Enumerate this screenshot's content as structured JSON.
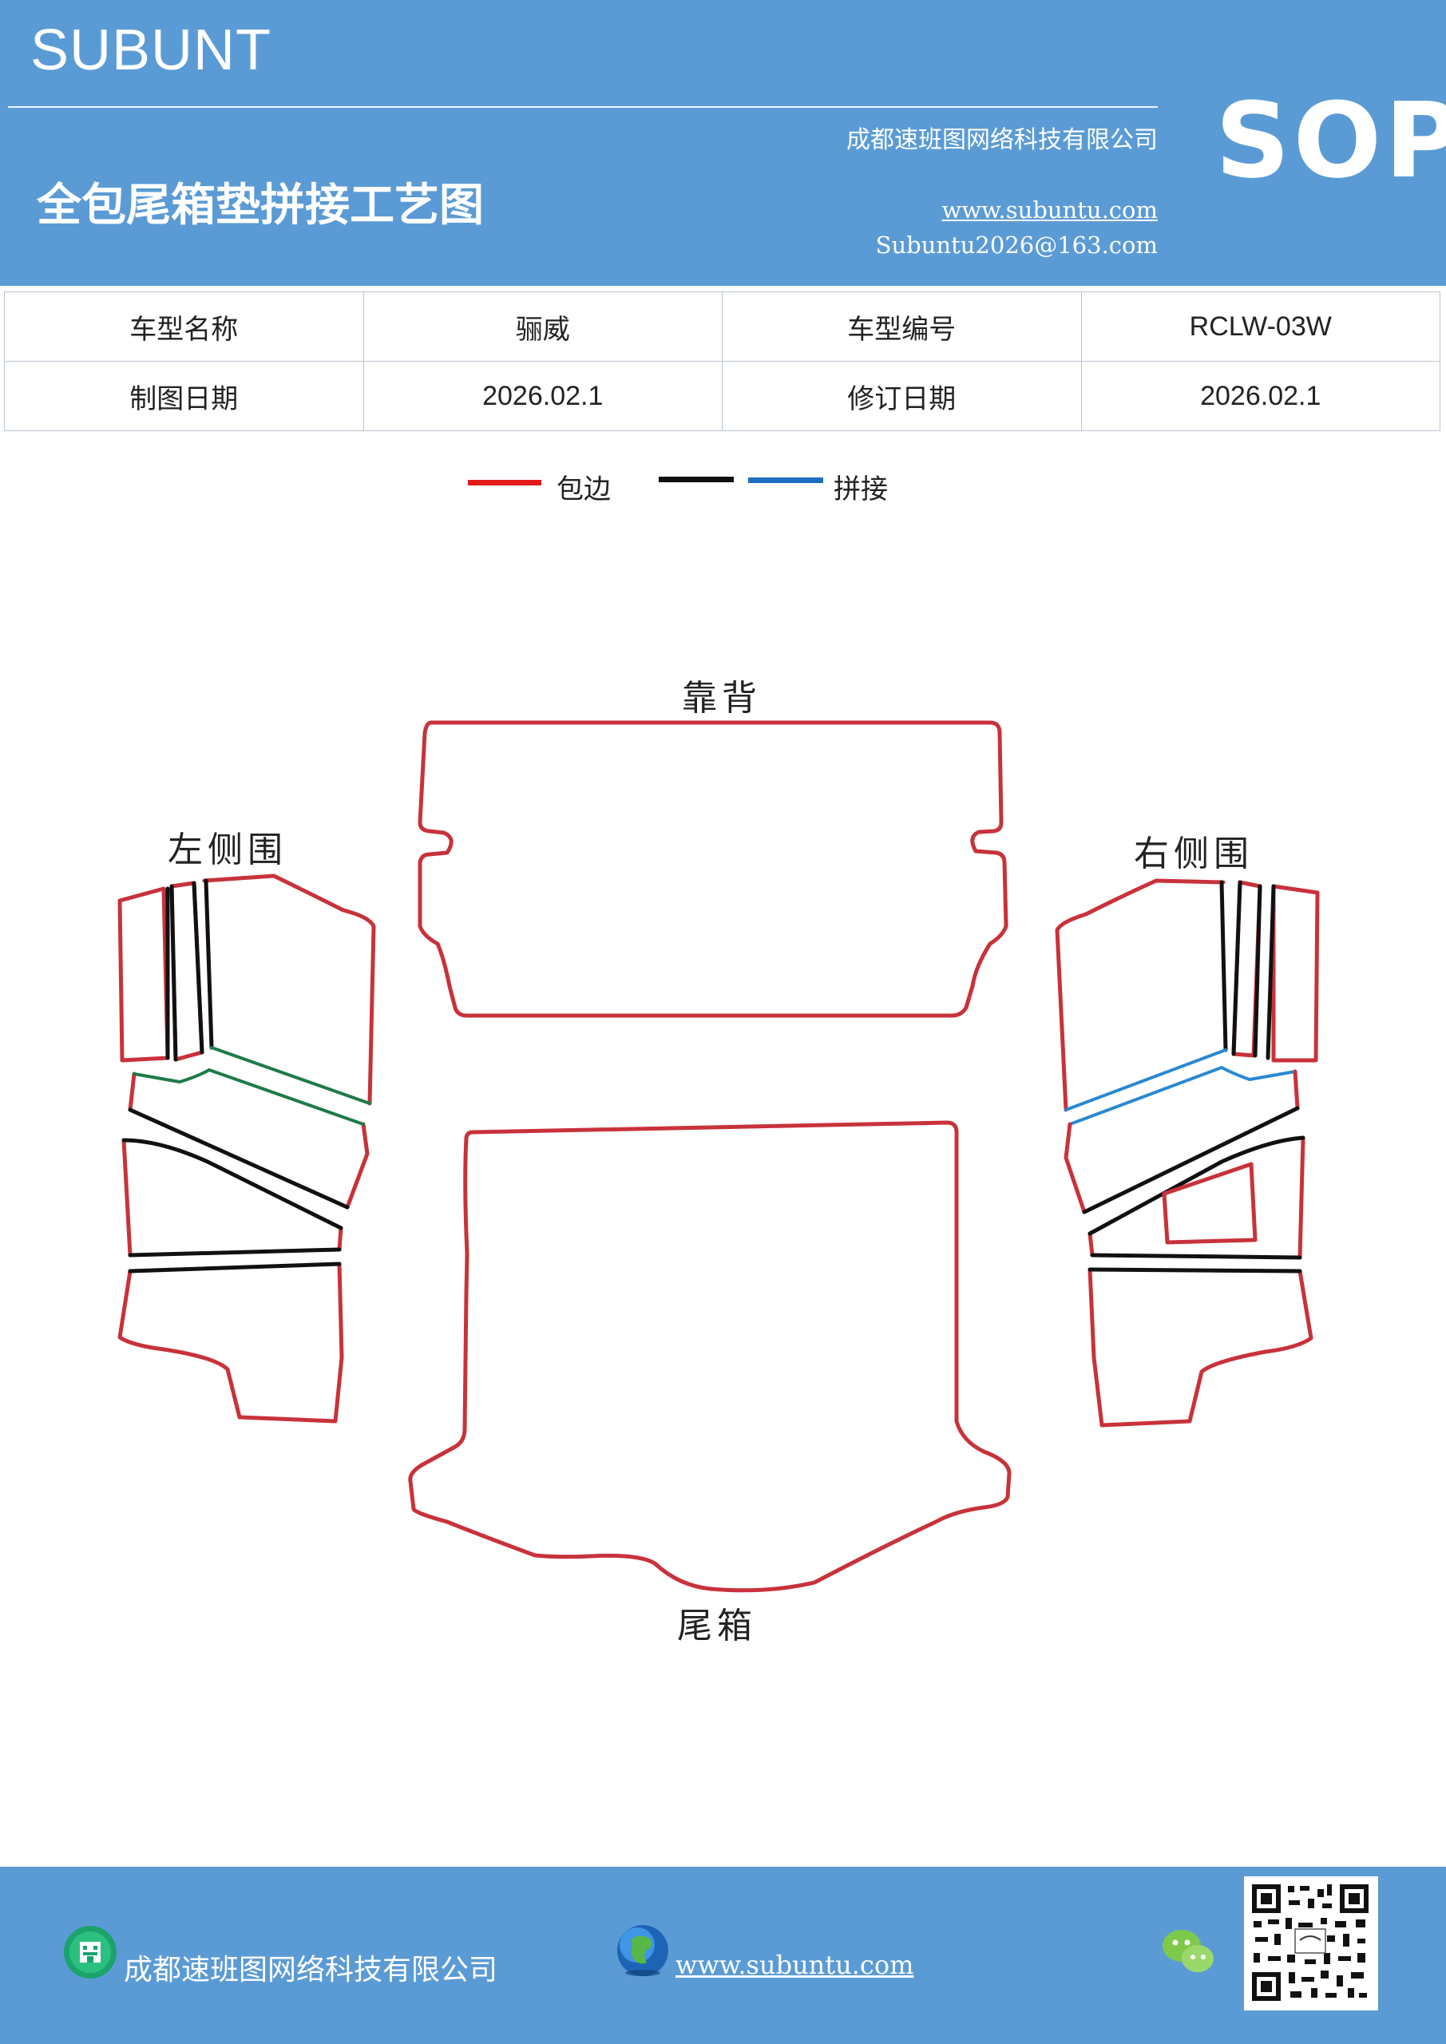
{
  "header": {
    "brand": "SUBUNT",
    "title": "全包尾箱垫拼接工艺图",
    "company": "成都速班图网络科技有限公司",
    "website": "www.subuntu.com",
    "email": "Subuntu2026@163.com",
    "badge": "SOP"
  },
  "info_table": {
    "rows": [
      {
        "label1": "车型名称",
        "value1": "骊威",
        "label2": "车型编号",
        "value2": "RCLW-03W"
      },
      {
        "label1": "制图日期",
        "value1": "2026.02.1",
        "label2": "修订日期",
        "value2": "2026.02.1"
      }
    ]
  },
  "legend": {
    "items": [
      {
        "label": "包边",
        "color": "#e31b1b"
      },
      {
        "label": "",
        "color": "#111111"
      },
      {
        "label": "拼接",
        "color": "#1f6fc0"
      }
    ]
  },
  "diagram": {
    "parts": {
      "backrest": "靠背",
      "left_side": "左侧围",
      "right_side": "右侧围",
      "trunk": "尾箱"
    },
    "colors": {
      "edge": "#c8323a",
      "seam": "#111111",
      "green_seam": "#1e7a48",
      "blue_seam": "#2a8ad0"
    }
  },
  "footer": {
    "company": "成都速班图网络科技有限公司",
    "website": "www.subuntu.com",
    "icons": [
      "building-icon",
      "globe-icon",
      "wechat-icon",
      "qr-code"
    ]
  }
}
